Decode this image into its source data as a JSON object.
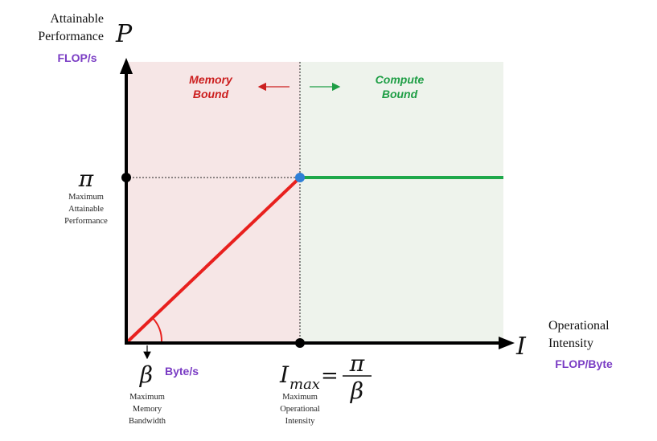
{
  "y_axis": {
    "title_line1": "Attainable",
    "title_line2": "Performance",
    "symbol": "P",
    "unit": "FLOP/s"
  },
  "x_axis": {
    "title_line1": "Operational",
    "title_line2": "Intensity",
    "symbol": "I",
    "unit": "FLOP/Byte"
  },
  "regions": {
    "memory": {
      "line1": "Memory",
      "line2": "Bound",
      "color": "#cc1f1f",
      "fill": "#f6e6e6"
    },
    "compute": {
      "line1": "Compute",
      "line2": "Bound",
      "color": "#1e9e45",
      "fill": "#eef3ec"
    }
  },
  "pi_marker": {
    "symbol": "π",
    "caption": [
      "Maximum",
      "Attainable",
      "Performance"
    ]
  },
  "beta_marker": {
    "symbol": "β",
    "unit": "Byte/s",
    "caption": [
      "Maximum",
      "Memory",
      "Bandwidth"
    ]
  },
  "imax_marker": {
    "symbol": "I",
    "subscript": "max",
    "equals": "=",
    "numerator": "π",
    "denominator": "β",
    "caption": [
      "Maximum",
      "Operational",
      "Intensity"
    ]
  },
  "colors": {
    "memory_line": "#e8201e",
    "compute_line": "#1ea84a",
    "ridge_point": "#2f7fd6",
    "axis": "#000000"
  }
}
